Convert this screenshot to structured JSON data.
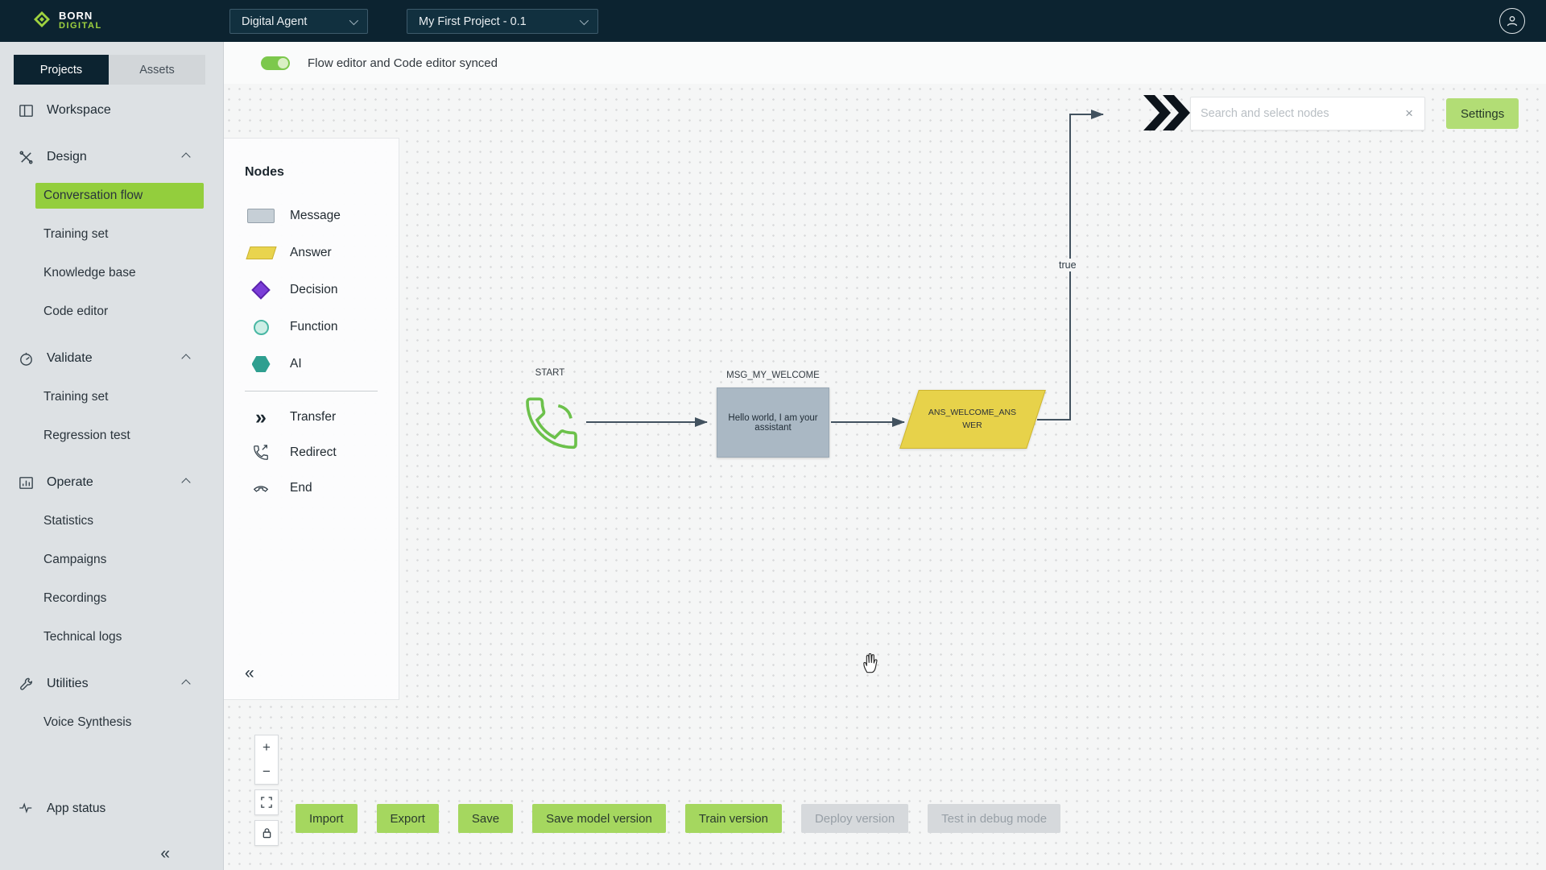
{
  "topbar": {
    "logo_line1": "BORN",
    "logo_line2": "DIGITAL",
    "agent_dropdown": "Digital Agent",
    "project_dropdown": "My First Project - 0.1"
  },
  "sidebar": {
    "tabs": [
      {
        "label": "Projects"
      },
      {
        "label": "Assets"
      }
    ],
    "nav": [
      {
        "label": "Workspace"
      },
      {
        "label": "Design"
      },
      {
        "label": "Conversation flow"
      },
      {
        "label": "Training set"
      },
      {
        "label": "Knowledge base"
      },
      {
        "label": "Code editor"
      },
      {
        "label": "Validate"
      },
      {
        "label": "Training set"
      },
      {
        "label": "Regression test"
      },
      {
        "label": "Operate"
      },
      {
        "label": "Statistics"
      },
      {
        "label": "Campaigns"
      },
      {
        "label": "Recordings"
      },
      {
        "label": "Technical logs"
      },
      {
        "label": "Utilities"
      },
      {
        "label": "Voice Synthesis"
      }
    ],
    "app_status": "App status",
    "collapse": "«"
  },
  "sync": {
    "label": "Flow editor and Code editor synced"
  },
  "nodes_panel": {
    "title": "Nodes",
    "shapes": [
      {
        "label": "Message"
      },
      {
        "label": "Answer"
      },
      {
        "label": "Decision"
      },
      {
        "label": "Function"
      },
      {
        "label": "AI"
      }
    ],
    "tools": [
      {
        "label": "Transfer"
      },
      {
        "label": "Redirect"
      },
      {
        "label": "End"
      }
    ],
    "transfer_glyph": "»",
    "collapse": "«"
  },
  "flow": {
    "start_label": "START",
    "message_title": "MSG_MY_WELCOME",
    "message_body": "Hello world, I am your assistant",
    "answer_line1": "ANS_WELCOME_ANS",
    "answer_line2": "WER",
    "edge_label": "true"
  },
  "flowbar": {
    "search_placeholder": "Search and select nodes",
    "clear": "×",
    "settings": "Settings"
  },
  "zoom": {
    "in": "+",
    "out": "−"
  },
  "toolbar": {
    "buttons": [
      {
        "label": "Import",
        "enabled": true
      },
      {
        "label": "Export",
        "enabled": true
      },
      {
        "label": "Save",
        "enabled": true
      },
      {
        "label": "Save model version",
        "enabled": true
      },
      {
        "label": "Train version",
        "enabled": true
      },
      {
        "label": "Deploy version",
        "enabled": false
      },
      {
        "label": "Test in debug mode",
        "enabled": false
      }
    ]
  },
  "colors": {
    "accent_green": "#93ce3d",
    "button_green": "#a5d75f",
    "topbar_bg": "#0c2330",
    "answer_yellow": "#e7d24a",
    "message_gray": "#aab8c4"
  }
}
